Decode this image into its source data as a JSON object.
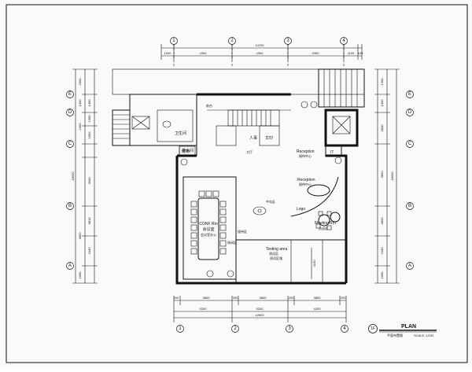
{
  "grid": {
    "columns": [
      "1",
      "2",
      "3",
      "4"
    ],
    "rows_left": [
      "E",
      "D",
      "C",
      "B",
      "A"
    ],
    "rows_right": [
      "E",
      "D",
      "C",
      "B",
      "A"
    ]
  },
  "dimensions": {
    "top_total": "14700",
    "top_parts": [
      "1000",
      "4300",
      "4300",
      "4300",
      "1100",
      "100"
    ],
    "bottom_row1": [
      "200",
      "3800",
      "200",
      "3800",
      "200",
      "3800",
      "200"
    ],
    "bottom_row2": [
      "4200",
      "4200",
      "4200"
    ],
    "bottom_total": "12600",
    "left_parts": [
      "2000",
      "1400",
      "1400",
      "2400",
      "1300",
      "1350",
      "3040",
      "3810",
      "4800",
      "2440",
      "1090"
    ],
    "left_total": "18600",
    "right_parts": [
      "1300",
      "1400",
      "2840",
      "3800",
      "4800",
      "2440",
      "1090"
    ],
    "right_total": "18600",
    "interior": "3150"
  },
  "rooms": {
    "reception_en": "Reception",
    "reception_cn": "接待中心",
    "reception2_en": "Reception",
    "reception2_cn": "接待中心",
    "logo": "Logo",
    "center_cn": "中岛区",
    "conf_en": "CONF Rm",
    "conf_cn": "会议室",
    "conf_sub": "会议室办公",
    "meeting_en": "Meeting Rm",
    "meeting_cn": "洽谈区",
    "testing_en": "Testing area",
    "testing_cn": "测试区",
    "testing_sub": "测试区域",
    "it": "IT",
    "corridor1": "接待区",
    "corridor2": "休闲区",
    "admin": "人事",
    "archive": "文印",
    "wc": "卫生间",
    "tea": "茶水间",
    "store": "储物",
    "hall": "大厅",
    "misc": "前台"
  },
  "title_block": {
    "badge": "1F",
    "title": "PLAN",
    "subtitle": "平面布置图",
    "scale": "SCALE: 1/100"
  }
}
